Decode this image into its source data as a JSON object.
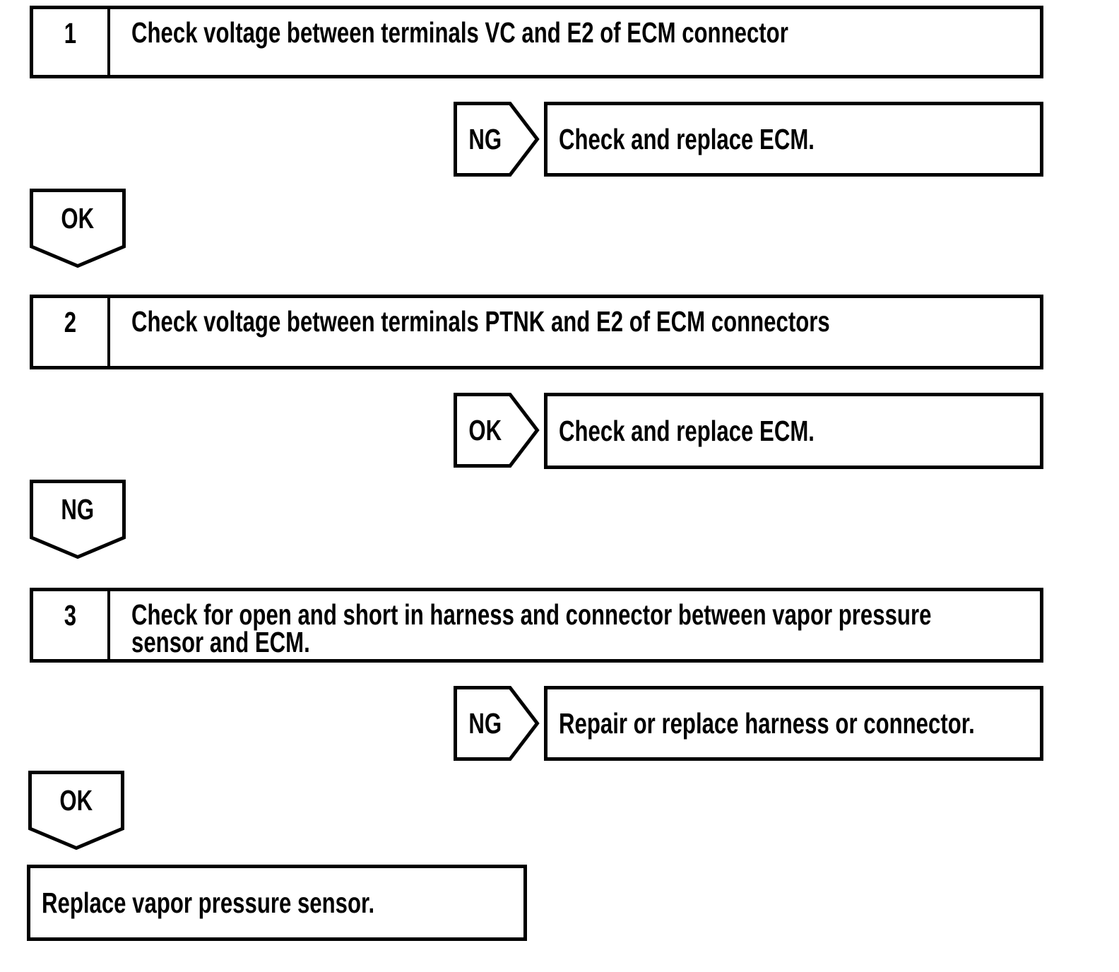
{
  "colors": {
    "ink": "#000000",
    "paper": "#ffffff"
  },
  "flowchart": {
    "steps": [
      {
        "number": "1",
        "title": "Check voltage between terminals VC and E2 of ECM connector"
      },
      {
        "number": "2",
        "title": "Check voltage between terminals PTNK and E2 of ECM connectors"
      },
      {
        "number": "3",
        "title": "Check for open and short in harness and connector between vapor pressure sensor and ECM."
      }
    ],
    "branch_results": [
      {
        "label": "NG",
        "result": "Check and replace ECM."
      },
      {
        "label": "OK",
        "result": "Check and replace ECM."
      },
      {
        "label": "NG",
        "result": "Repair or replace harness or connector."
      }
    ],
    "down_connectors": [
      {
        "label": "OK"
      },
      {
        "label": "NG"
      },
      {
        "label": "OK"
      }
    ],
    "final_action": "Replace vapor pressure sensor."
  }
}
